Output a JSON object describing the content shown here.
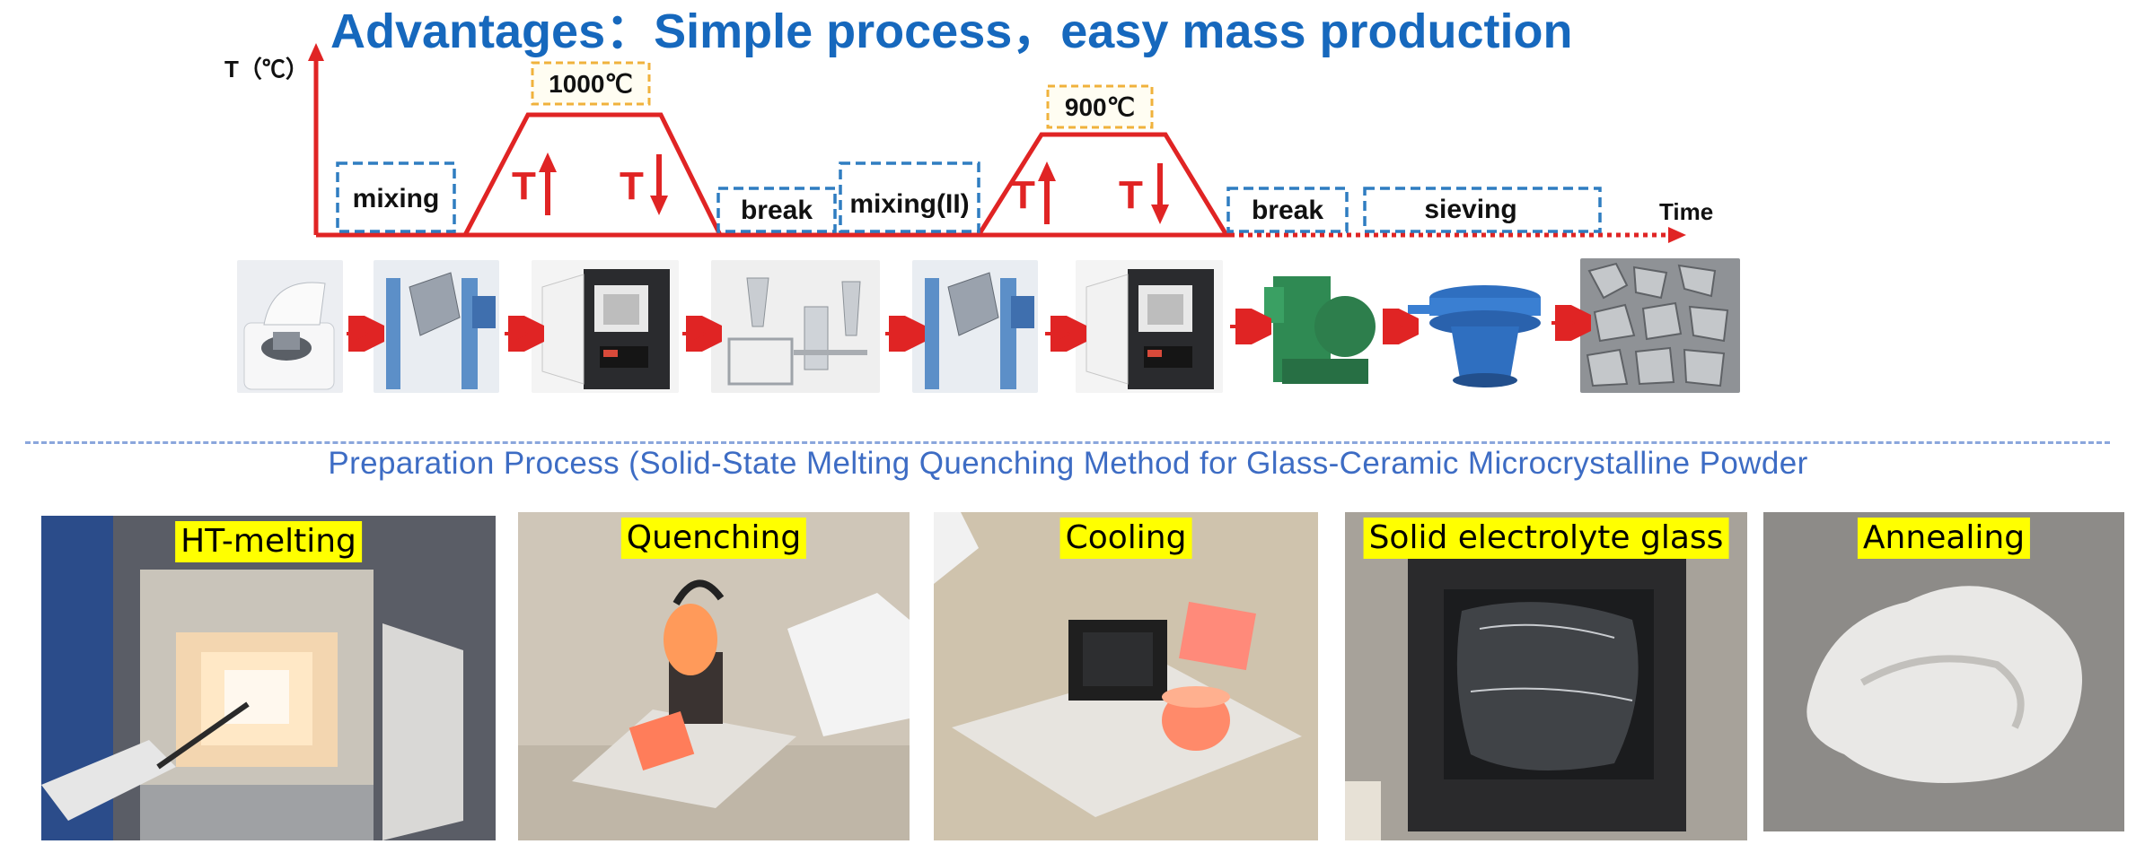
{
  "title": "Advantages：Simple process，easy mass production",
  "diagram": {
    "y_axis_label": "T（℃）",
    "x_axis_label": "Time",
    "temp_peak_1": "1000℃",
    "temp_peak_2": "900℃",
    "ramp_label": "T",
    "steps": [
      "mixing",
      "break",
      "mixing(II)",
      "break",
      "sieving"
    ],
    "line_color": "#e02424",
    "box_color": "#2f7dc1",
    "temp_box_color": "#f0b23c"
  },
  "equipment_icons": [
    "planetary-ball-mill",
    "mixer",
    "muffle-furnace",
    "jet-mill",
    "mixer",
    "muffle-furnace",
    "crusher",
    "vibrating-sieve",
    "powder-micrograph"
  ],
  "caption": "Preparation Process (Solid-State Melting Quenching Method for Glass-Ceramic Microcrystalline Powder",
  "photos": [
    {
      "label": "HT-melting"
    },
    {
      "label": "Quenching"
    },
    {
      "label": "Cooling"
    },
    {
      "label": "Solid electrolyte glass"
    },
    {
      "label": "Annealing"
    }
  ],
  "label_highlight_color": "#ffff00",
  "title_color": "#1668bd"
}
